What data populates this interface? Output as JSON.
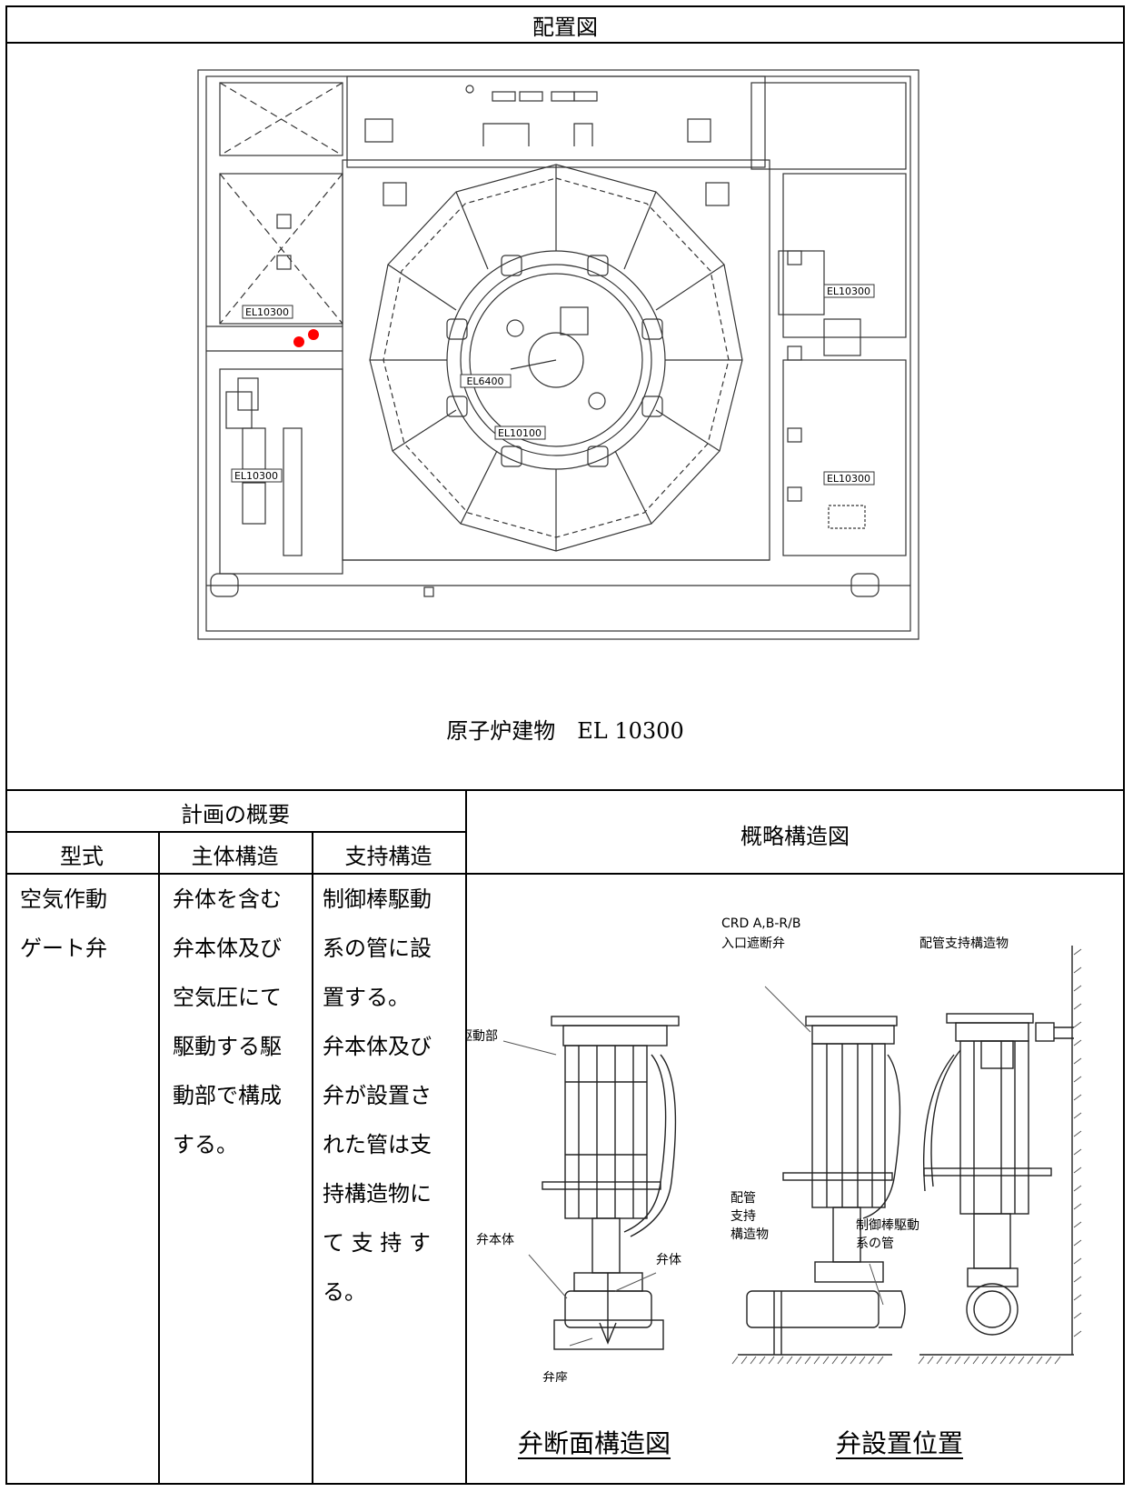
{
  "title": "配置図",
  "plan": {
    "caption": "原子炉建物　EL 10300",
    "labels": [
      "EL10300",
      "EL6400",
      "EL10100",
      "EL10300",
      "EL10300",
      "EL10300"
    ],
    "marker_color": "#ff0000"
  },
  "overview": {
    "heading": "計画の概要",
    "columns": [
      "型式",
      "主体構造",
      "支持構造"
    ],
    "type_lines": [
      "空気作動",
      "ゲート弁"
    ],
    "main_lines": [
      "弁体を含む",
      "弁本体及び",
      "空気圧にて",
      "駆動する駆",
      "動部で構成",
      "する。"
    ],
    "support_lines": [
      "制御棒駆動",
      "系の管に設",
      "置する。",
      "弁本体及び",
      "弁が設置さ",
      "れた管は支",
      "持構造物に",
      "て 支 持 す",
      "る。"
    ]
  },
  "diagram": {
    "heading": "概略構造図",
    "labels": {
      "drive": "駆動部",
      "valve_body": "弁本体",
      "disc": "弁体",
      "seat": "弁座",
      "crd_1": "CRD A,B-R/B",
      "crd_2": "入口遮断弁",
      "pipe_support": "配管支持構造物",
      "ps_1": "配管",
      "ps_2": "支持",
      "ps_3": "構造物",
      "pipe_1": "制御棒駆動",
      "pipe_2": "系の管"
    },
    "caption_left": "弁断面構造図",
    "caption_right": "弁設置位置"
  }
}
